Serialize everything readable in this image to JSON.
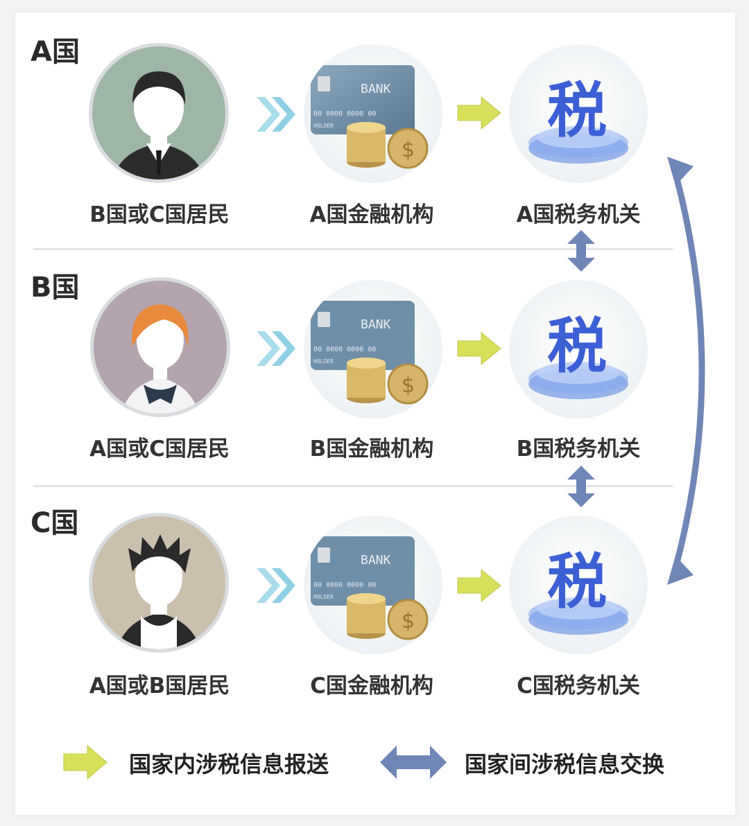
{
  "rows": [
    {
      "country": "A国",
      "resident": "B国或C国居民",
      "bank": "A国金融机构",
      "tax": "A国税务机关"
    },
    {
      "country": "B国",
      "resident": "A国或C国居民",
      "bank": "B国金融机构",
      "tax": "B国税务机关"
    },
    {
      "country": "C国",
      "resident": "A国或B国居民",
      "bank": "C国金融机构",
      "tax": "C国税务机关"
    }
  ],
  "bank_card_text": "BANK",
  "card_number": "00 0000 0000 00",
  "card_holder": "HOLDER",
  "tax_glyph": "税",
  "legend": {
    "domestic": "国家内涉税信息报送",
    "international": "国家间涉税信息交换"
  },
  "colors": {
    "yellow_arrow": "#d8df5a",
    "cyan_chevron": "#8fd0e6",
    "blue_arrow": "#6f86b7",
    "tax_blue": "#3d5fd6"
  }
}
